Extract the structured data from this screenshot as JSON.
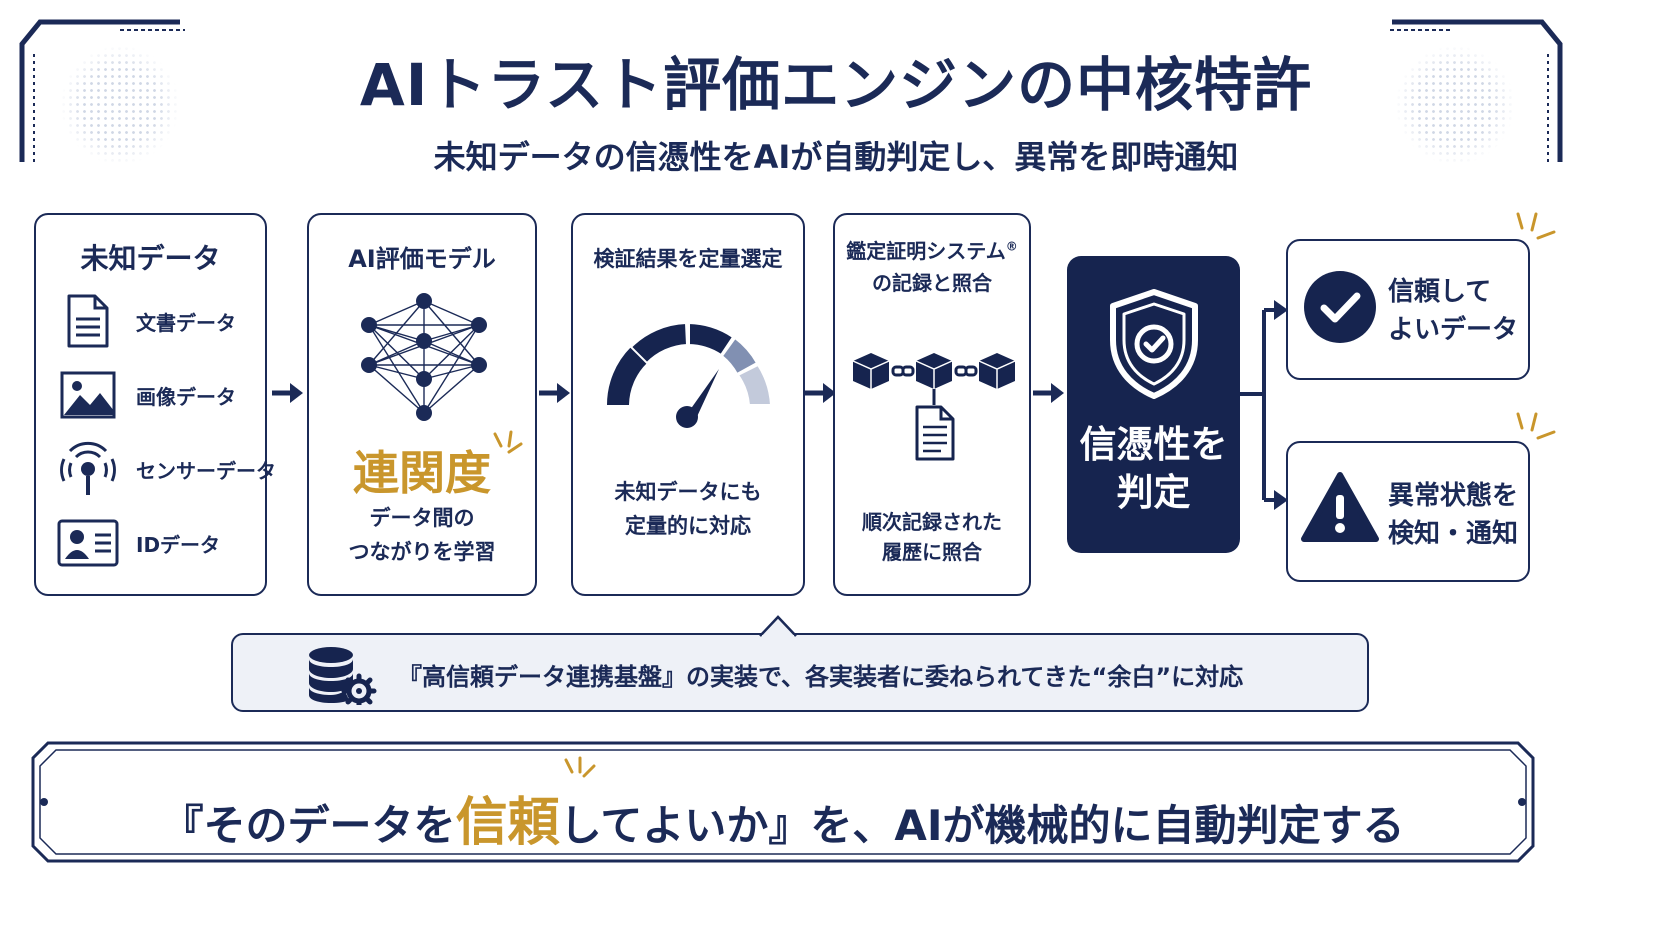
{
  "header": {
    "title": "AIトラスト評価エンジンの中核特許",
    "subtitle": "未知データの信憑性をAIが自動判定し、異常を即時通知"
  },
  "flow": {
    "step1": {
      "title": "未知データ",
      "items": [
        {
          "label": "文書データ",
          "icon": "document-icon"
        },
        {
          "label": "画像データ",
          "icon": "image-icon"
        },
        {
          "label": "センサーデータ",
          "icon": "sensor-icon"
        },
        {
          "label": "IDデータ",
          "icon": "id-card-icon"
        }
      ]
    },
    "step2": {
      "title": "AI評価モデル",
      "highlight": "連関度",
      "desc1": "データ間の",
      "desc2": "つながりを学習"
    },
    "step3": {
      "title": "検証結果を定量選定",
      "desc1": "未知データにも",
      "desc2": "定量的に対応"
    },
    "step4": {
      "title1": "鑑定証明システム",
      "title_mark": "®",
      "title2": "の記録と照合",
      "desc1": "順次記録された",
      "desc2": "履歴に照合"
    },
    "judge": {
      "line1": "信憑性を",
      "line2": "判定"
    },
    "results": {
      "ok1": "信頼して",
      "ok2": "よいデータ",
      "alert1": "異常状態を",
      "alert2": "検知・通知"
    }
  },
  "info": {
    "text": "『高信頼データ連携基盤』の実装で、各実装者に委ねられてきた“余白”に対応"
  },
  "bottom": {
    "pre": "『そのデータを",
    "highlight": "信頼",
    "post": "してよいか』を、AIが機械的に自動判定する"
  },
  "colors": {
    "navy": "#1b2a57",
    "gold": "#c9962c",
    "light": "#eef1f7"
  }
}
